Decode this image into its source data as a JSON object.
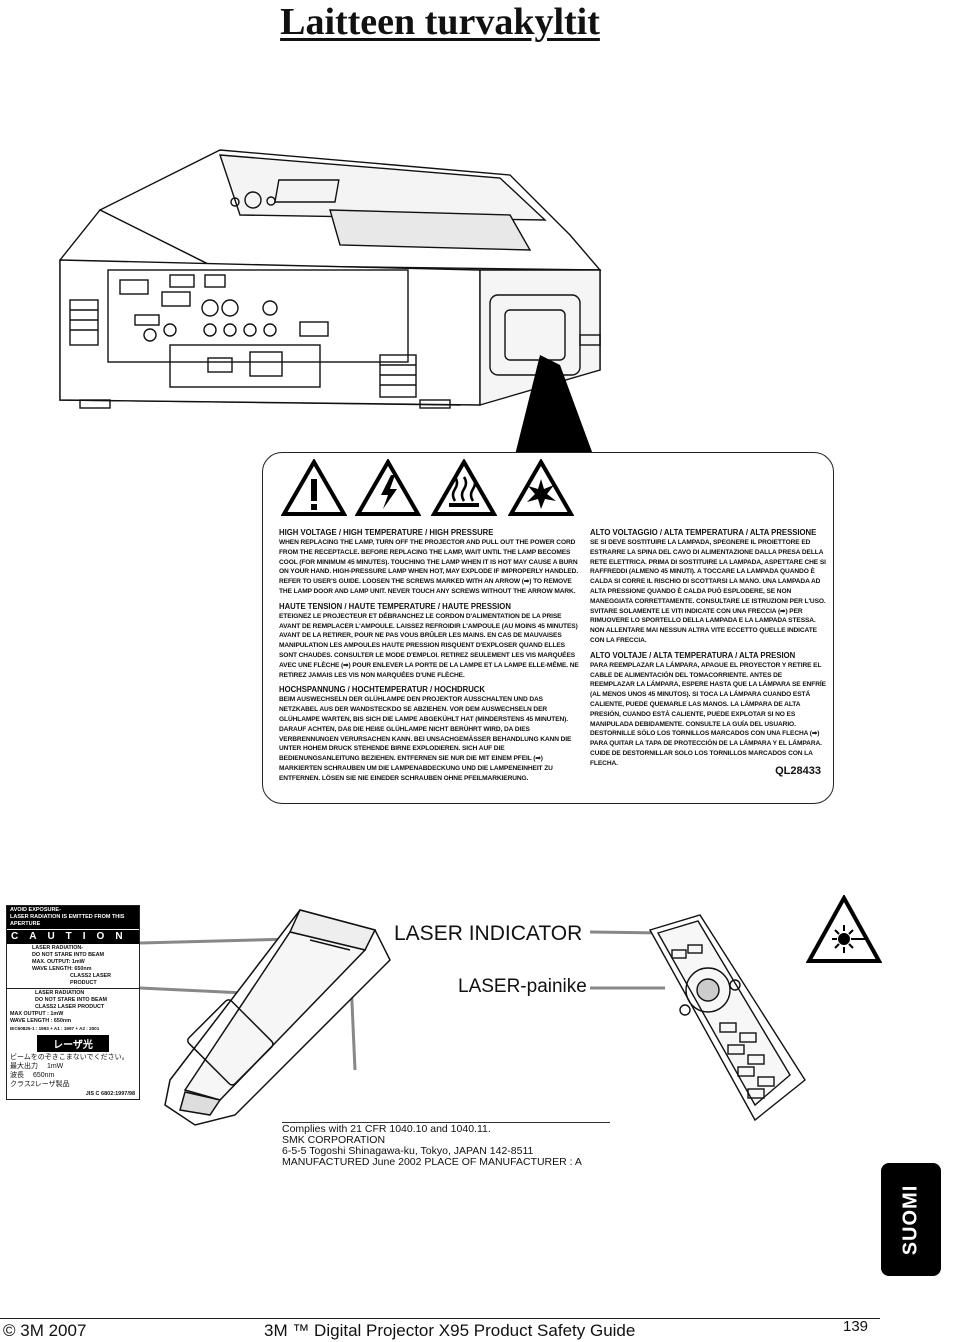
{
  "page_title": "Laitteen turvakyltit",
  "warning_label": {
    "code": "QL28433",
    "sections_left": [
      {
        "heading": "HIGH VOLTAGE / HIGH TEMPERATURE / HIGH PRESSURE",
        "body": "WHEN REPLACING THE LAMP, TURN OFF THE PROJECTOR AND PULL OUT THE POWER CORD FROM THE RECEPTACLE. BEFORE REPLACING THE LAMP, WAIT UNTIL THE LAMP BECOMES COOL (FOR MINIMUM 45 MINUTES). TOUCHING THE LAMP WHEN IT IS HOT MAY CAUSE A BURN ON YOUR HAND. HIGH-PRESSURE LAMP WHEN HOT, MAY EXPLODE IF IMPROPERLY HANDLED. REFER TO USER'S GUIDE. LOOSEN THE SCREWS MARKED WITH AN ARROW (➡) TO REMOVE THE LAMP DOOR AND LAMP UNIT. NEVER TOUCH ANY SCREWS WITHOUT THE ARROW MARK."
      },
      {
        "heading": "HAUTE TENSION / HAUTE TEMPERATURE / HAUTE PRESSION",
        "body": "ETEIGNEZ LE PROJECTEUR ET DÉBRANCHEZ LE CORDON D'ALIMENTATION DE LA PRISE AVANT DE REMPLACER L'AMPOULE. LAISSEZ REFROIDIR L'AMPOULE (AU MOINS 45 MINUTES) AVANT DE LA RETIRER, POUR NE PAS VOUS BRÛLER LES MAINS. EN CAS DE MAUVAISES MANIPULATION LES AMPOULES HAUTE PRESSION RISQUENT D'EXPLOSER QUAND ELLES SONT CHAUDES. CONSULTER LE MODE D'EMPLOI. RETIREZ SEULEMENT LES VIS MARQUÉES AVEC UNE FLÈCHE (➡) POUR ENLEVER LA PORTE DE LA LAMPE ET LA LAMPE ELLE-MÊME. NE RETIREZ JAMAIS LES VIS NON MARQUÉES D'UNE FLÈCHE."
      },
      {
        "heading": "HOCHSPANNUNG / HOCHTEMPERATUR / HOCHDRUCK",
        "body": "BEIM AUSWECHSELN DER GLÜHLAMPE DEN PROJEKTOR AUSSCHALTEN UND DAS NETZKABEL AUS DER WANDSTECKDO SE ABZIEHEN. VOR DEM AUSWECHSELN DER GLÜHLAMPE WARTEN, BIS SICH DIE LAMPE ABGEKÜHLT HAT (MINDERSTENS 45 MINUTEN). DARAUF ACHTEN, DAß DIE HEIßE GLÜHLAMPE NICHT BERÜHRT WIRD, DA DIES VERBRENNUNGEN VERURSACHEN KANN. BEI UNSACHGEMÄSSER BEHANDLUNG KANN DIE UNTER HOHEM DRUCK STEHENDE BIRNE EXPLODIEREN. SICH AUF DIE BEDIENUNGSANLEITUNG BEZIEHEN. ENTFERNEN SIE NUR DIE MIT EINEM PFEIL (➡) MARKIERTEN SCHRAUBEN UM DIE LAMPENABDECKUNG UND DIE LAMPENEINHEIT ZU ENTFERNEN. LÖSEN SIE NIE EINEDER SCHRAUBEN OHNE PFEILMARKIERUNG."
      }
    ],
    "sections_right": [
      {
        "heading": "ALTO VOLTAGGIO / ALTA TEMPERATURA / ALTA PRESSIONE",
        "body": "SE SI DEVE SOSTITUIRE LA LAMPADA, SPEGNERE IL PROIETTORE ED ESTRARRE LA SPINA DEL CAVO DI ALIMENTAZIONE DALLA PRESA DELLA RETE ELETTRICA. PRIMA DI SOSTITUIRE LA LAMPADA, ASPETTARE CHE SI RAFFREDDI (ALMENO 45 MINUTI). A TOCCARE LA LAMPADA QUANDO È CALDA SI CORRE IL RISCHIO DI SCOTTARSI LA MANO. UNA LAMPADA AD ALTA PRESSIONE QUANDO È CALDA PUÒ ESPLODERE, SE NON MANEGGIATA CORRETTAMENTE. CONSULTARE LE ISTRUZIONI PER L'USO. SVITARE SOLAMENTE LE VITI INDICATE CON UNA FRECCIA (➡) PER RIMUOVERE LO SPORTELLO DELLA LAMPADA E LA LAMPADA STESSA. NON ALLENTARE MAI NESSUN ALTRA VITE ECCETTO QUELLE INDICATE CON LA FRECCIA."
      },
      {
        "heading": "ALTO VOLTAJE / ALTA TEMPERATURA / ALTA PRESION",
        "body": "PARA REEMPLAZAR LA LÁMPARA, APAGUE EL PROYECTOR Y RETIRE EL CABLE DE ALIMENTACIÓN DEL TOMACORRIENTE. ANTES DE REEMPLAZAR LA LÁMPARA, ESPERE HASTA QUE LA LÁMPARA SE ENFRÍE (AL MENOS UNOS 45 MINUTOS). SI TOCA LA LÁMPARA CUANDO ESTÁ CALIENTE, PUEDE QUEMARLE LAS MANOS. LA LÁMPARA DE ALTA PRESIÓN, CUANDO ESTÁ CALIENTE, PUEDE EXPLOTAR SI NO ES MANIPULADA DEBIDAMENTE. CONSULTE LA GUÍA DEL USUARIO. DESTORNILLE SÓLO LOS TORNILLOS MARCADOS CON UNA FLECHA (➡) PARA QUITAR LA TAPA DE PROTECCIÓN DE LA LÁMPARA Y EL LÁMPARA. CUIDE DE DESTORNILLAR SOLO LOS TORNILLOS MARCADOS CON LA FLECHA."
      }
    ]
  },
  "caution_label": {
    "top_line1": "AVOID EXPOSURE-",
    "top_line2": "LASER RADIATION IS EMITTED FROM THIS APERTURE",
    "band": "CAUTION",
    "block1": [
      "LASER RADIATION-",
      "DO NOT STARE INTO BEAM",
      "MAX. OUTPUT: 1mW",
      "WAVE LENGTH: 650nm",
      "CLASS2 LASER PRODUCT"
    ],
    "block2": [
      "LASER RADIATION",
      "DO NOT STARE INTO BEAM",
      "CLASS2 LASER PRODUCT",
      "MAX OUTPUT  : 1mW",
      "WAVE LENGTH : 650nm",
      "IEC60825-1 : 1993 + A1 : 1997 + A2 : 2001"
    ],
    "jp_head": "レーザ光",
    "jp_lines": [
      "ビームをのぞきこまないでください。",
      "最大出力　 1mW",
      "波長　 650nm",
      "クラス2レーザ製品"
    ],
    "footer": "JIS C 6802:1997/98"
  },
  "laser_indicator": "LASER INDICATOR",
  "laser_painike": "LASER-painike",
  "compliance": [
    "Complies with 21 CFR 1040.10 and 1040.11.",
    "SMK CORPORATION",
    "6-5-5 Togoshi Shinagawa-ku, Tokyo, JAPAN 142-8511",
    "MANUFACTURED June 2002   PLACE OF MANUFACTURER : A"
  ],
  "side_tab": "SUOMI",
  "footer": {
    "copyright": "© 3M 2007",
    "title": "3M ™ Digital Projector X95 Product Safety Guide",
    "page_number": "139"
  }
}
